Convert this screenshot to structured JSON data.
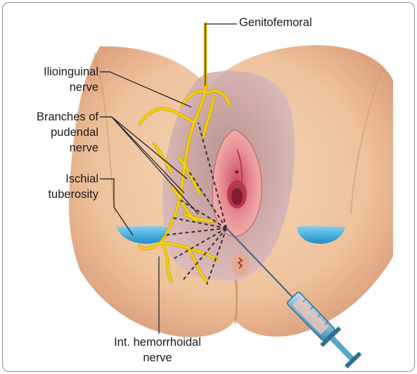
{
  "labels": {
    "genitofemoral": "Genitofemoral",
    "ilioinguinal_l1": "Ilioinguinal",
    "ilioinguinal_l2": "nerve",
    "pudendal_l1": "Branches of",
    "pudendal_l2": "pudendal",
    "pudendal_l3": "nerve",
    "ischial_l1": "Ischial",
    "ischial_l2": "tuberosity",
    "hemorrhoidal_l1": "Int. hemorrhoidal",
    "hemorrhoidal_l2": "nerve"
  },
  "colors": {
    "skin_base": "#f0c8a4",
    "skin_shadow": "#d9a57f",
    "mucosa": "#e68a90",
    "pubic_area": "#bfa0a8",
    "nerve": "#f5d20c",
    "nerve_outline": "#c9a400",
    "fat_pad": "#3aaee0",
    "leader_line": "#1a1a1a",
    "needle_barrel": "#6fb6d8"
  }
}
